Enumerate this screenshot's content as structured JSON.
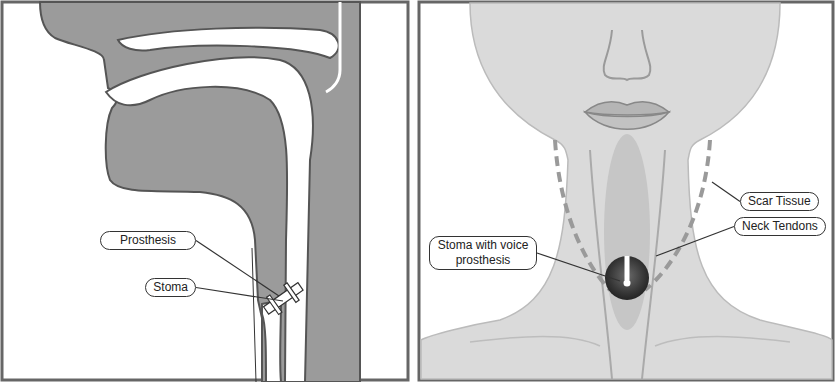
{
  "diagram": {
    "nodes": [
      {
        "text": [
          "Prosthesis"
        ]
      },
      {
        "text": [
          "Stoma"
        ]
      },
      {
        "text": [
          "Stoma with voice prosthesis"
        ]
      },
      {
        "text": [
          "Scar Tissue"
        ]
      },
      {
        "text": [
          "Neck Tendons"
        ]
      }
    ]
  }
}
